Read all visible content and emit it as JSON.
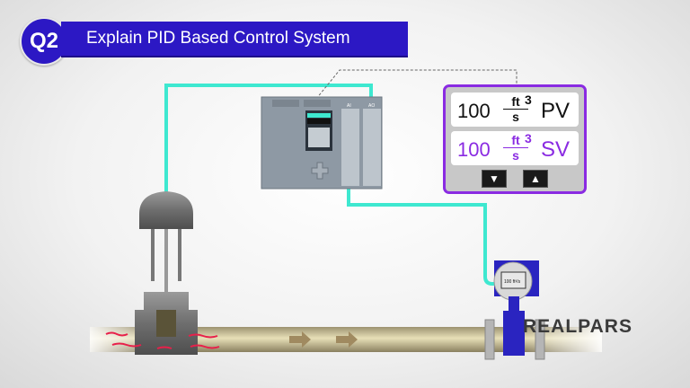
{
  "header": {
    "badge": "Q2",
    "title": "Explain PID Based Control System"
  },
  "hmi": {
    "pv": {
      "value": "100",
      "unit_num": "ft",
      "unit_exp": "3",
      "unit_den": "s",
      "label": "PV",
      "color": "#111111"
    },
    "sv": {
      "value": "100",
      "unit_num": "ft",
      "unit_exp": "3",
      "unit_den": "s",
      "label": "SV",
      "color": "#8a2be2"
    },
    "down_button": "▼",
    "up_button": "▲"
  },
  "plc": {
    "ai_label": "AI",
    "ao_label": "AO"
  },
  "flowmeter": {
    "display": "100 ft³/s"
  },
  "logo": "REALPARS",
  "colors": {
    "wire": "#3ee8d0",
    "title_bg": "#2c18c4",
    "hmi_border": "#8a2be2",
    "flow_arrows": "#e8204a",
    "transmitter": "#2a24c0"
  }
}
